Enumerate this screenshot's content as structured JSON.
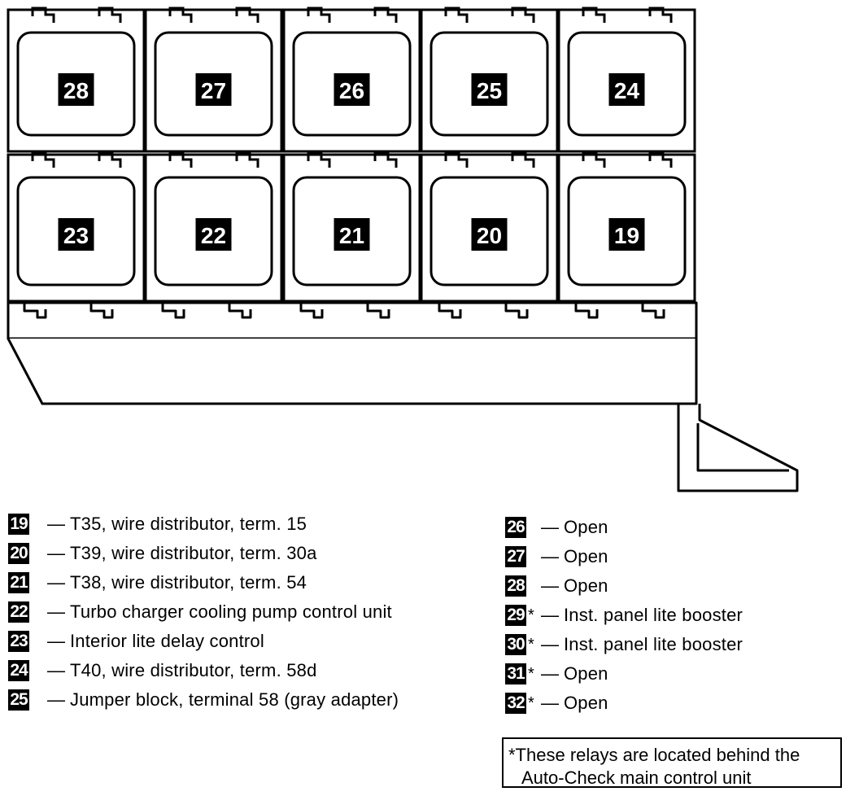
{
  "relays_top": [
    "28",
    "27",
    "26",
    "25",
    "24"
  ],
  "relays_bottom": [
    "23",
    "22",
    "21",
    "20",
    "19"
  ],
  "legend_left": [
    {
      "num": "19",
      "star": "",
      "dash": "—",
      "text": "T35, wire distributor, term. 15"
    },
    {
      "num": "20",
      "star": "",
      "dash": "—",
      "text": "T39, wire distributor, term. 30a"
    },
    {
      "num": "21",
      "star": "",
      "dash": "—",
      "text": "T38, wire distributor, term. 54"
    },
    {
      "num": "22",
      "star": "",
      "dash": "—",
      "text": "Turbo charger cooling pump control unit"
    },
    {
      "num": "23",
      "star": "",
      "dash": "—",
      "text": "Interior lite delay control"
    },
    {
      "num": "24",
      "star": "",
      "dash": "—",
      "text": "T40, wire distributor, term. 58d"
    },
    {
      "num": "25",
      "star": "",
      "dash": "—",
      "text": "Jumper block, terminal 58 (gray adapter)"
    }
  ],
  "legend_right": [
    {
      "num": "26",
      "star": "",
      "dash": "—",
      "text": "Open"
    },
    {
      "num": "27",
      "star": "",
      "dash": "—",
      "text": "Open"
    },
    {
      "num": "28",
      "star": "",
      "dash": "—",
      "text": "Open"
    },
    {
      "num": "29",
      "star": "*",
      "dash": "—",
      "text": "Inst. panel lite booster"
    },
    {
      "num": "30",
      "star": "*",
      "dash": "—",
      "text": "Inst. panel lite booster"
    },
    {
      "num": "31",
      "star": "*",
      "dash": "—",
      "text": "Open"
    },
    {
      "num": "32",
      "star": "*",
      "dash": "—",
      "text": "Open"
    }
  ],
  "footnote": {
    "line1": "*These relays are located behind the",
    "line2": "Auto-Check main control unit"
  },
  "colors": {
    "ink": "#000000",
    "paper": "#ffffff"
  }
}
